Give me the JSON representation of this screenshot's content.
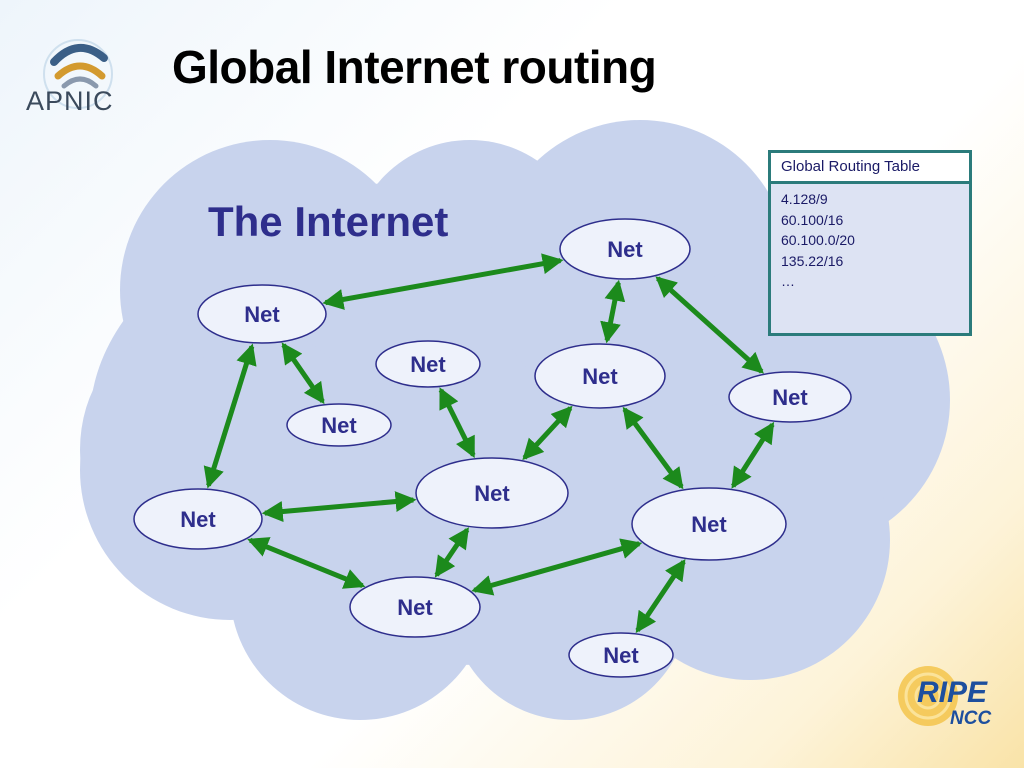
{
  "title": "Global Internet routing",
  "logos": {
    "apnic": "APNIC",
    "ripe": "RIPE",
    "ripe_sub": "NCC"
  },
  "colors": {
    "cloud": "#c8d3ed",
    "node_fill": "#eef2fb",
    "node_stroke": "#2e2e8c",
    "arrow": "#1c8a1c",
    "table_border": "#2b7b7b"
  },
  "cloud_label": "The Internet",
  "routing_table": {
    "header": "Global Routing Table",
    "entries": [
      "4.128/9",
      "60.100/16",
      "60.100.0/20",
      "135.22/16",
      "…"
    ]
  },
  "nodes": [
    {
      "id": "n1",
      "label": "Net"
    },
    {
      "id": "n2",
      "label": "Net"
    },
    {
      "id": "n3",
      "label": "Net"
    },
    {
      "id": "n4",
      "label": "Net"
    },
    {
      "id": "n5",
      "label": "Net"
    },
    {
      "id": "n6",
      "label": "Net"
    },
    {
      "id": "n7",
      "label": "Net"
    },
    {
      "id": "n8",
      "label": "Net"
    },
    {
      "id": "n9",
      "label": "Net"
    },
    {
      "id": "n10",
      "label": "Net"
    },
    {
      "id": "n11",
      "label": "Net"
    },
    {
      "id": "n12",
      "label": "Net"
    }
  ],
  "links": [
    [
      "n1",
      "n2"
    ],
    [
      "n1",
      "n3"
    ],
    [
      "n1",
      "n4"
    ],
    [
      "n2",
      "n6"
    ],
    [
      "n2",
      "n7"
    ],
    [
      "n4",
      "n8"
    ],
    [
      "n4",
      "n10"
    ],
    [
      "n5",
      "n8"
    ],
    [
      "n6",
      "n8"
    ],
    [
      "n6",
      "n9"
    ],
    [
      "n7",
      "n9"
    ],
    [
      "n8",
      "n10"
    ],
    [
      "n9",
      "n10"
    ],
    [
      "n9",
      "n11"
    ]
  ]
}
